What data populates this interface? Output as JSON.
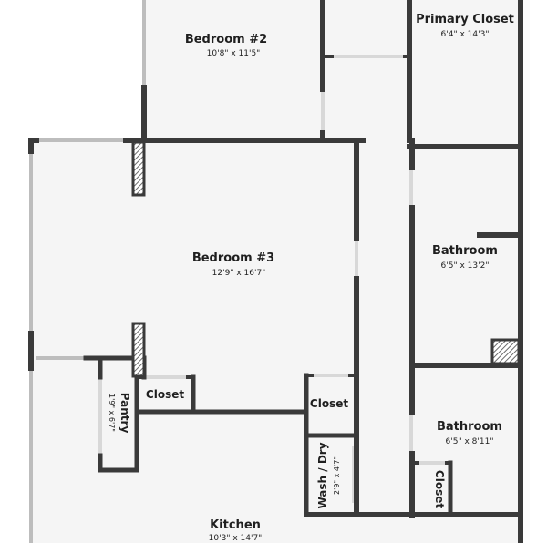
{
  "rooms": {
    "bedroom2": {
      "name": "Bedroom #2",
      "dims": "10'8\" x 11'5\""
    },
    "primary_closet": {
      "name": "Primary Closet",
      "dims": "6'4\" x 14'3\""
    },
    "bedroom3": {
      "name": "Bedroom #3",
      "dims": "12'9\" x 16'7\""
    },
    "bathroom1": {
      "name": "Bathroom",
      "dims": "6'5\" x 13'2\""
    },
    "bathroom2": {
      "name": "Bathroom",
      "dims": "6'5\" x 8'11\""
    },
    "pantry": {
      "name": "Pantry",
      "dims": "1'9\" x 6'7\""
    },
    "closet_left": {
      "name": "Closet"
    },
    "closet_mid": {
      "name": "Closet"
    },
    "closet_bath": {
      "name": "Closet"
    },
    "wash_dry": {
      "name": "Wash / Dry",
      "dims": "2'9\" x 4'7\""
    },
    "kitchen": {
      "name": "Kitchen",
      "dims": "10'3\" x 14'7\""
    }
  },
  "colors": {
    "floor": "#f5f5f5",
    "wall": "#3a3a3a",
    "window": "#bdbdbd",
    "hatch": "#6a6a6a"
  }
}
